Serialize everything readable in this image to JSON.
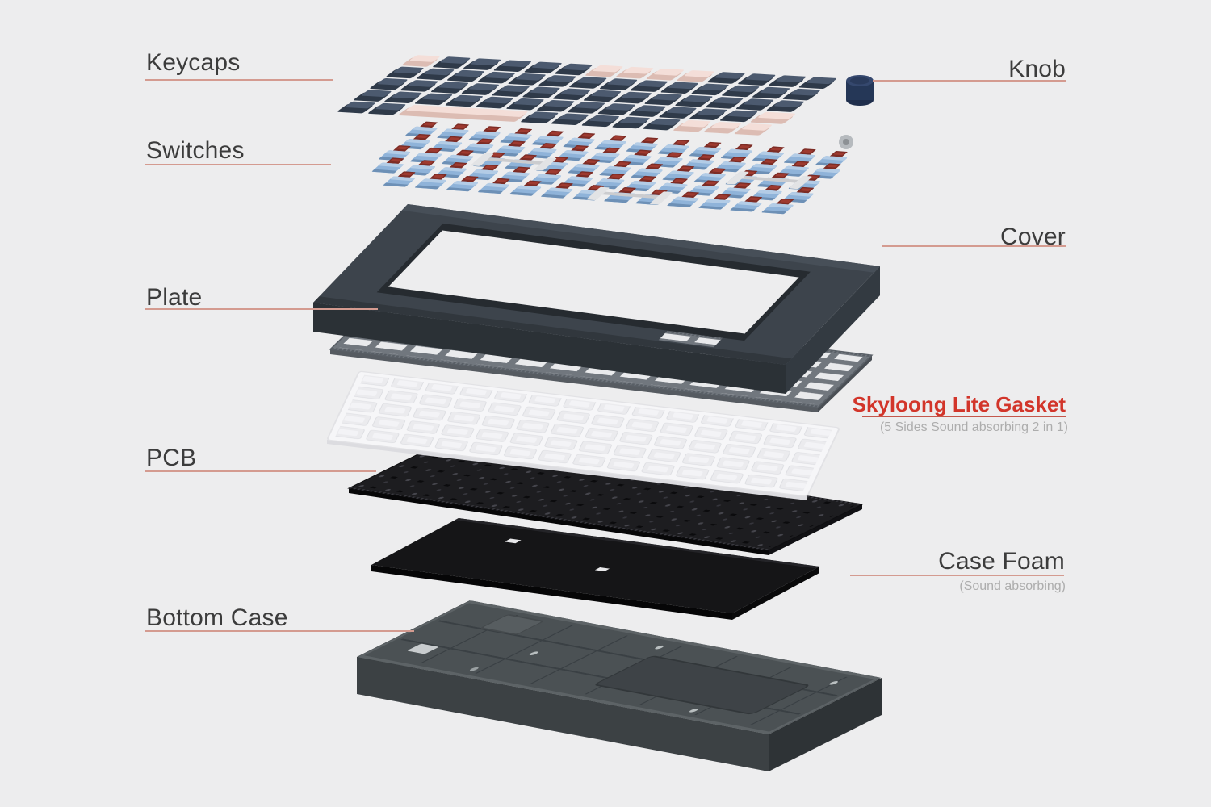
{
  "page": {
    "background": "#ededee"
  },
  "palette": {
    "accent_red": "#d2352a",
    "leader_line": "#d49b90",
    "label_text": "#3c3c3c",
    "subtitle_gray": "#adadad",
    "keycap_navy": "#3e4a5d",
    "keycap_pink": "#f1d7d0",
    "switch_blue": "#8fb3d9",
    "switch_stem_red": "#7d2c25",
    "cover_charcoal": "#3d444c",
    "plate_gray": "#71777e",
    "gasket_white": "#f6f6f8",
    "pcb_black": "#1d1d20",
    "foam_black": "#151517",
    "bottom_case_gray": "#4b5154"
  },
  "labels": {
    "keycaps": "Keycaps",
    "switches": "Switches",
    "plate": "Plate",
    "pcb": "PCB",
    "bottom_case": "Bottom Case",
    "knob": "Knob",
    "cover": "Cover",
    "gasket_title": "Skyloong Lite Gasket",
    "gasket_subtitle": "(5 Sides Sound absorbing 2 in 1)",
    "case_foam": "Case Foam",
    "case_foam_subtitle": "(Sound absorbing)"
  },
  "diagram": {
    "type": "exploded-view",
    "layers_top_to_bottom": [
      "Keycaps",
      "Switches",
      "Cover",
      "Plate",
      "Skyloong Lite Gasket",
      "PCB",
      "Case Foam",
      "Bottom Case"
    ],
    "side_parts": [
      "Knob"
    ]
  }
}
